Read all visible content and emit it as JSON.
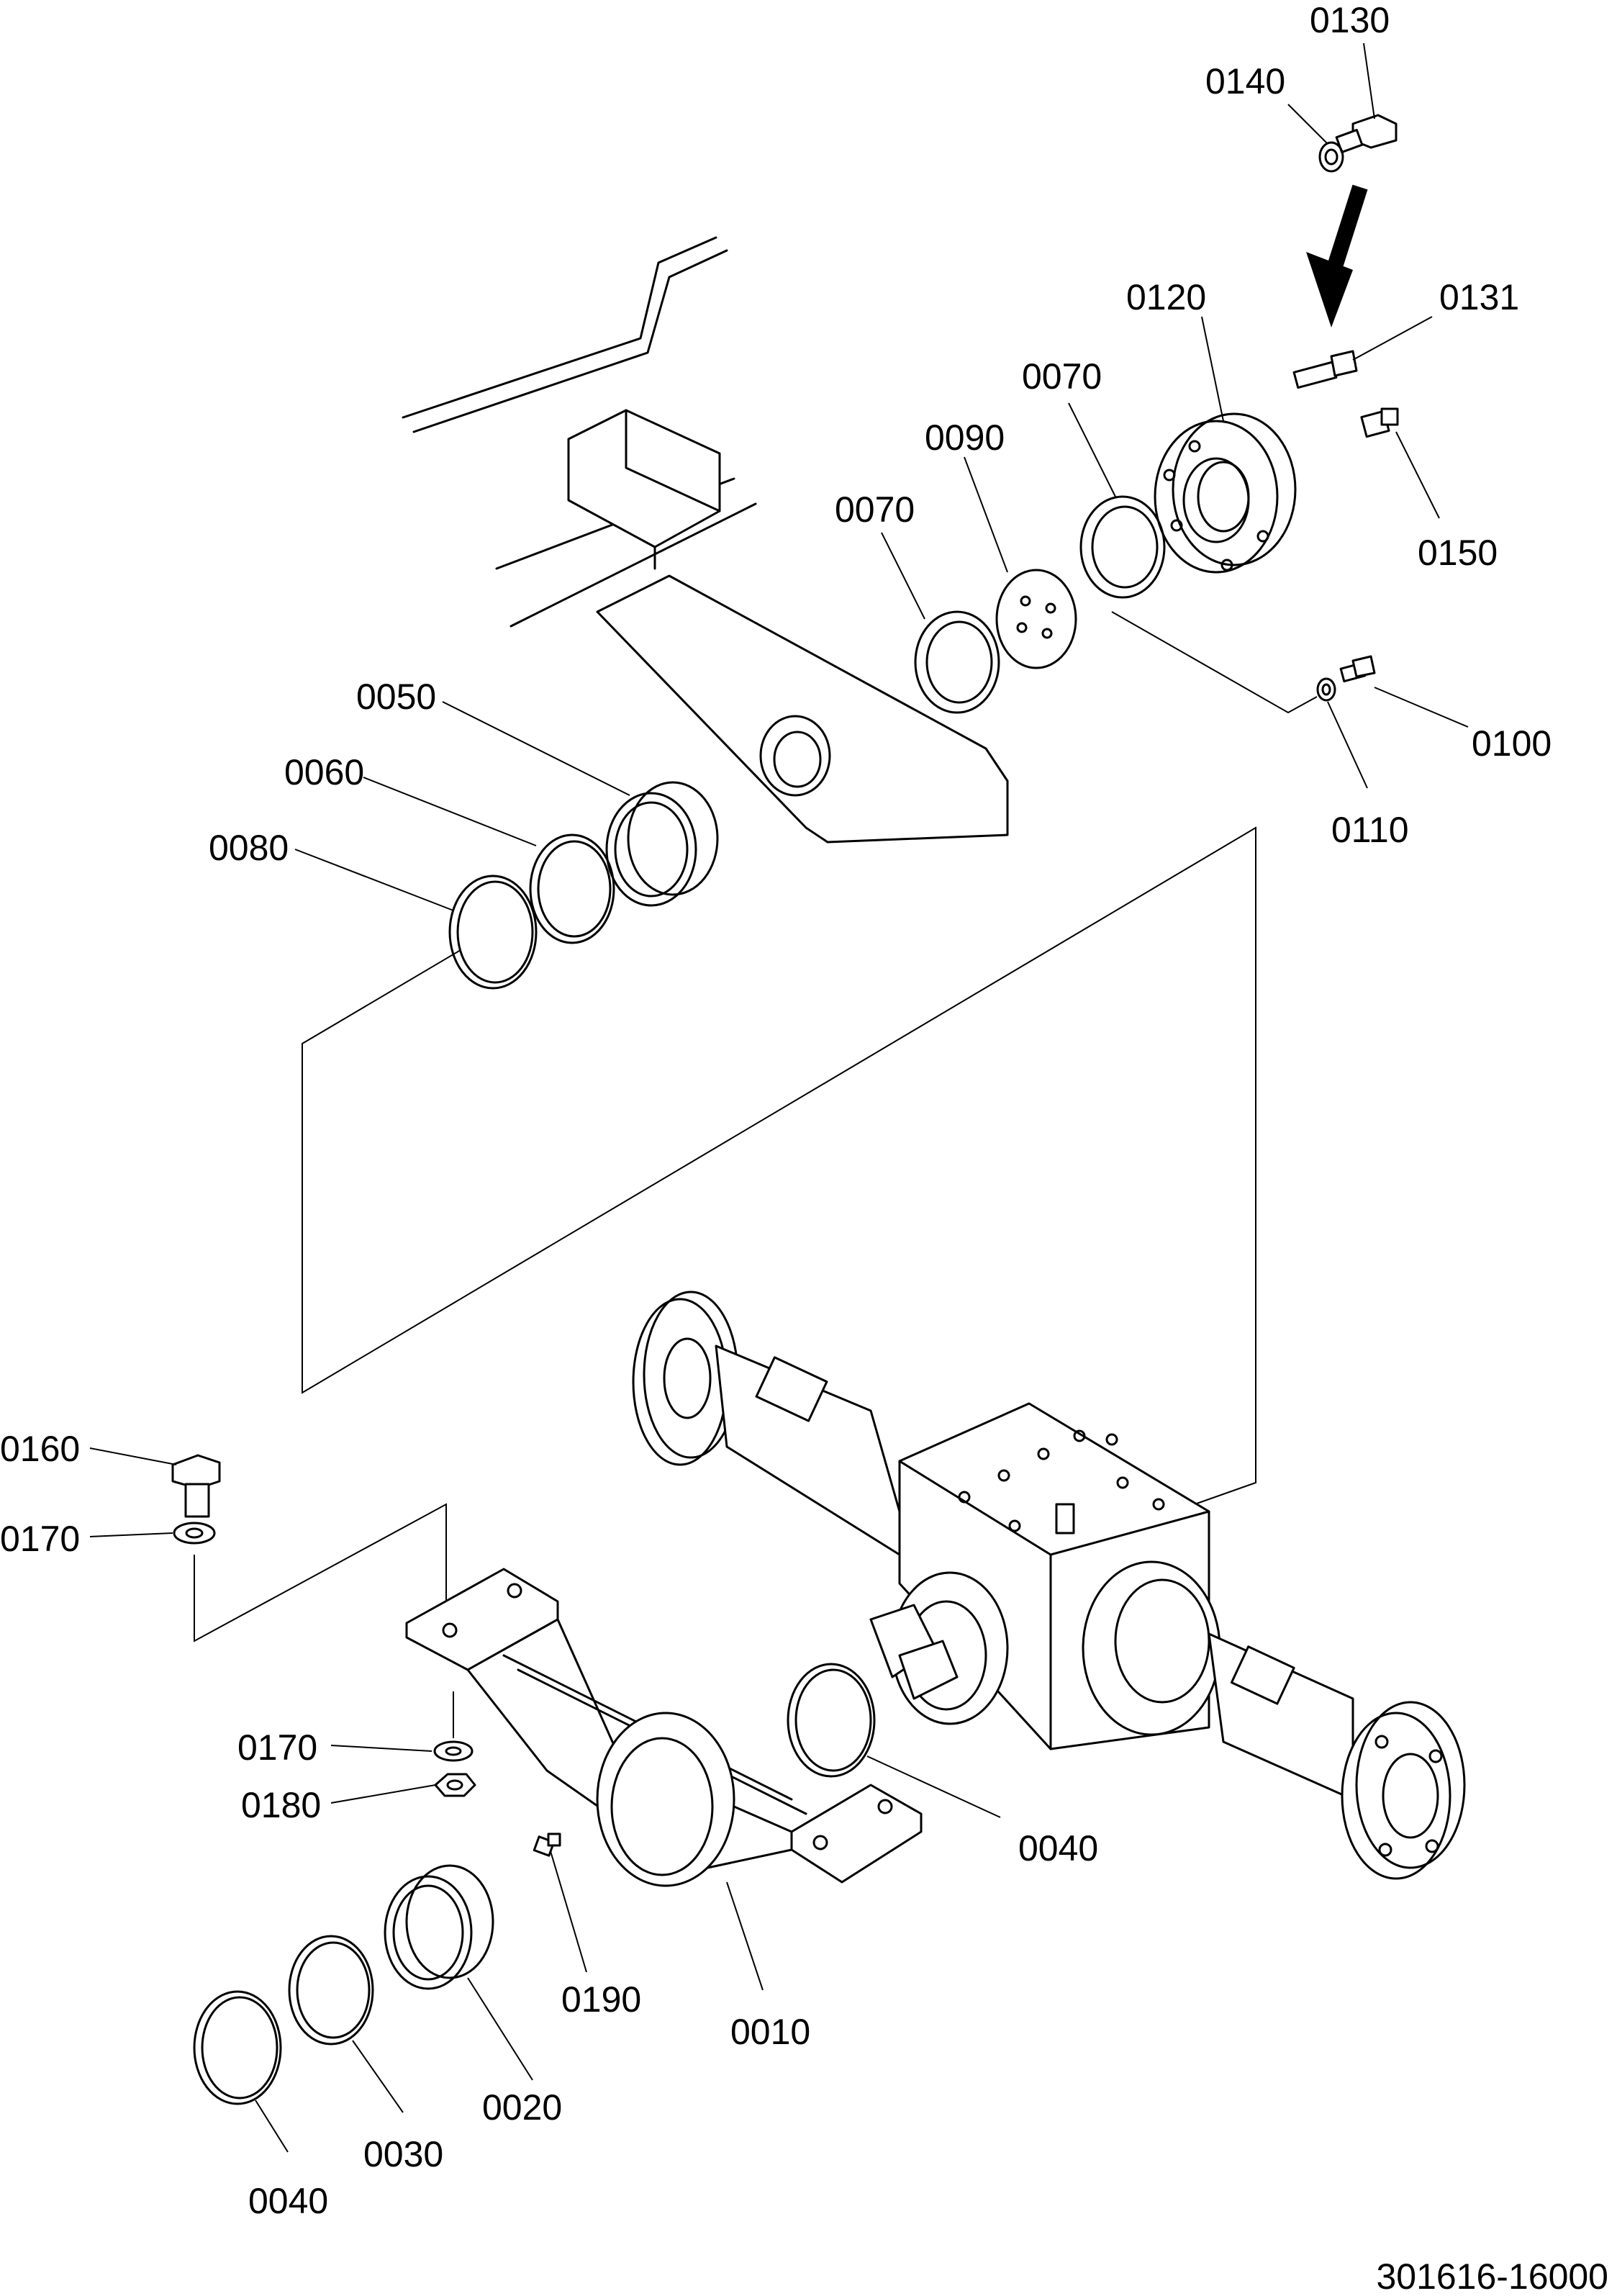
{
  "labels": {
    "p0130": "0130",
    "p0140": "0140",
    "p0120": "0120",
    "p0131": "0131",
    "p0070a": "0070",
    "p0090": "0090",
    "p0070b": "0070",
    "p0150": "0150",
    "p0100": "0100",
    "p0110": "0110",
    "p0050": "0050",
    "p0060": "0060",
    "p0080": "0080",
    "p0160": "0160",
    "p0170a": "0170",
    "p0170b": "0170",
    "p0180": "0180",
    "p0040a": "0040",
    "p0190": "0190",
    "p0010": "0010",
    "p0020": "0020",
    "p0030": "0030",
    "p0040b": "0040"
  },
  "drawing_number": "301616-16000"
}
